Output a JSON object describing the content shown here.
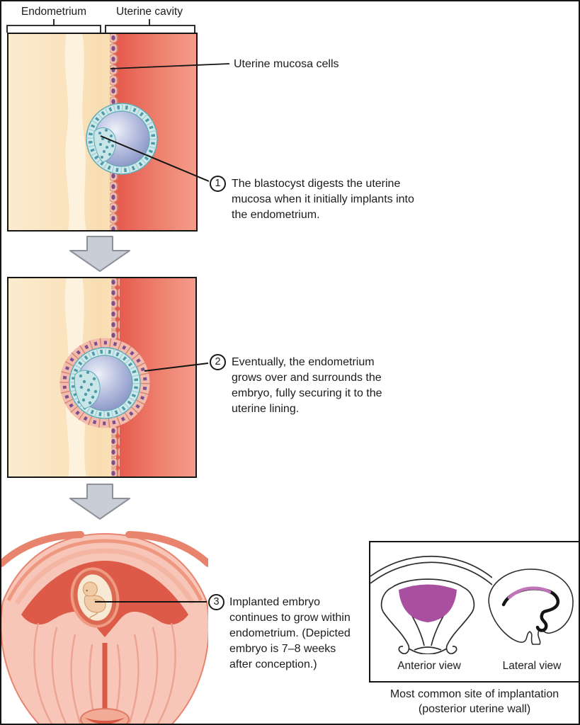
{
  "diagram": {
    "region_labels": {
      "endometrium": "Endometrium",
      "uterine_cavity": "Uterine cavity",
      "mucosa": "Uterine mucosa cells"
    },
    "steps": [
      {
        "number": "1",
        "lines": [
          "The blastocyst digests the uterine",
          "mucosa when it initially implants into",
          "the endometrium."
        ]
      },
      {
        "number": "2",
        "lines": [
          "Eventually, the endometrium",
          "grows over and surrounds the",
          "embryo, fully securing it to the",
          "uterine lining."
        ]
      },
      {
        "number": "3",
        "lines": [
          "Implanted embryo",
          "continues to grow within",
          "endometrium. (Depicted",
          "embryo is 7–8 weeks",
          "after conception.)"
        ]
      }
    ],
    "inset": {
      "anterior_label": "Anterior view",
      "lateral_label": "Lateral view",
      "caption_lines": [
        "Most common site of implantation",
        "(posterior uterine wall)"
      ]
    },
    "colors": {
      "endometrium_cream": "#f9ddb2",
      "uterine_cavity_red": "#e4564a",
      "mucosa_cell_pink": "#f2bbac",
      "mucosa_nucleus_purple": "#7d4f90",
      "trophoblast_teal": "#cfe9ea",
      "blastocoel_blue": "#7f8ac0",
      "implantation_purple": "#a84f9f",
      "arrow_gray": "#c9cdd5"
    }
  }
}
